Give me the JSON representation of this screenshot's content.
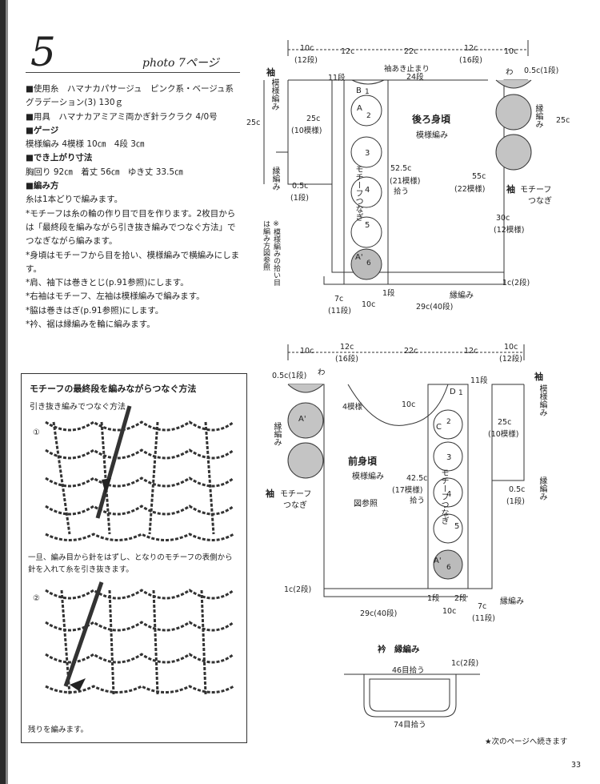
{
  "pattern": {
    "number": "5",
    "photo_ref": "photo 7ページ"
  },
  "spec": {
    "yarn": "■使用糸　ハマナカパサージュ　ピンク系・ベージュ系グラデーション(3) 130ｇ",
    "tool": "■用具　ハマナカアミアミ両かぎ針ラクラク 4/0号",
    "gauge_h": "■ゲージ",
    "gauge": "模様編み 4模様 10㎝　4段 3㎝",
    "size_h": "■でき上がり寸法",
    "size": "胸回り 92㎝　着丈 56㎝　ゆき丈 33.5㎝",
    "method_h": "■編み方",
    "method": [
      "糸は1本どりで編みます。",
      "*モチーフは糸の輪の作り目で目を作ります。2枚目からは「最終段を編みながら引き抜き編みでつなぐ方法」でつなぎながら編みます。",
      "*身頃はモチーフから目を拾い、模様編みで横編みにします。",
      "*肩、袖下は巻きとじ(p.91参照)にします。",
      "*右袖はモチーフ、左袖は模様編みで編みます。",
      "*脇は巻きはぎ(p.91参照)にします。",
      "*衿、裾は縁編みを輪に編みます。"
    ]
  },
  "howto": {
    "title": "モチーフの最終段を編みながらつなぐ方法",
    "subtitle": "引き抜き編みでつなぐ方法",
    "step1": "①",
    "step1_caption": "一旦、編み目から針をはずし、となりのモチーフの表側から針を入れて糸を引き抜きます。",
    "step2": "②",
    "step2_caption": "残りを編みます。"
  },
  "back": {
    "dims_top": [
      "10c",
      "(12段)",
      "12c",
      "22c",
      "12c",
      "(16段)",
      "10c"
    ],
    "neck": "袖あき止まり",
    "neck_rows": "24段",
    "sleeve": "袖",
    "sleeve_pattern": "模様編み",
    "rows11": "11段",
    "h25": "25c",
    "h25b": "25c",
    "rows25": "(10模様)",
    "c05": "0.5c",
    "r05": "(1段)",
    "c05b": "0.5c(1段)",
    "wa": "わ",
    "edge": "縁編み",
    "edge2": "縁編み",
    "title": "後ろ身頃",
    "pattern": "模様編み",
    "pick": "52.5c",
    "pick_n": "(21模様)",
    "pick_l": "拾う",
    "h55": "55c",
    "h55n": "(22模様)",
    "motif": "モチーフ",
    "motif2": "つなぎ",
    "motif_v": "モチーフつなぎ",
    "sleeve2": "袖",
    "h30": "30c",
    "h30n": "(12模様)",
    "note": "※模様編みの拾い目は編み方図参照",
    "b1": "B",
    "b1n": "1",
    "a2": "A",
    "a2n": "2",
    "n3": "3",
    "n4": "4",
    "n5": "5",
    "a6": "A'",
    "a6n": "6",
    "bottom_7": "7c",
    "bottom_7n": "(11段)",
    "bottom_10": "10c",
    "bottom_29": "29c(40段)",
    "row1": "1段",
    "c1": "1c(2段)",
    "edge_b": "縁編み"
  },
  "front": {
    "dims_top": [
      "10c",
      "12c",
      "(16段)",
      "22c",
      "12c",
      "10c",
      "(12段)"
    ],
    "c05": "0.5c(1段)",
    "wa": "わ",
    "r11": "11段",
    "st4": "4模様",
    "n10": "10c",
    "d1": "D",
    "d1n": "1",
    "c2": "C",
    "c2n": "2",
    "n3": "3",
    "n4": "4",
    "n5": "5",
    "a6": "A'",
    "a6n": "6",
    "a_left": "A'",
    "title": "前身頃",
    "pattern": "模様編み",
    "pick": "42.5c",
    "pick_n": "(17模様)",
    "pick_l": "拾う",
    "motif_v": "モチーフつなぎ",
    "fig": "図参照",
    "sleeve": "袖",
    "sleeve_pattern": "模様編み",
    "h25": "25c",
    "h25n": "(10模様)",
    "c05b": "0.5c",
    "r05": "(1段)",
    "edge_l": "縁編み",
    "edge_r": "縁編み",
    "edge_b": "縁編み",
    "sleeve2": "袖",
    "motif": "モチーフ",
    "motif2": "つなぎ",
    "c1": "1c(2段)",
    "row1": "1段",
    "row2": "2段",
    "bottom_29": "29c(40段)",
    "bottom_10": "10c",
    "bottom_7": "7c",
    "bottom_7n": "(11段)"
  },
  "collar": {
    "title": "衿　縁編み",
    "top": "46目拾う",
    "side": "1c(2段)",
    "bottom": "74目拾う"
  },
  "footer": {
    "continue": "★次のページへ続きます",
    "page": "33"
  }
}
